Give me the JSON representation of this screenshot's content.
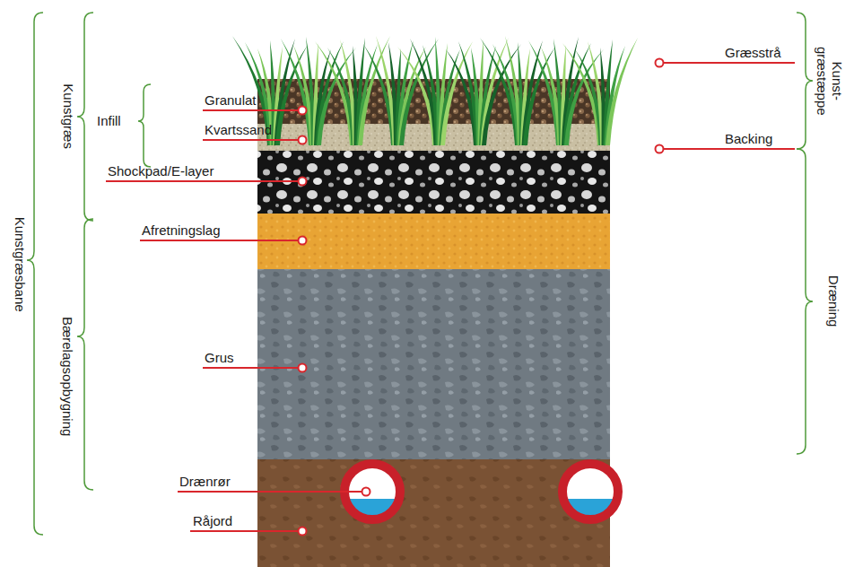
{
  "diagram": {
    "labels": [
      "Kunstgræsbane",
      "Kunstgræs",
      "Bærelagsopbygning",
      "Infill",
      "Granulat",
      "Kvartssand",
      "Shockpad/E-layer",
      "Afretningslag",
      "Grus",
      "Drænrør",
      "Råjord",
      "Græsstrå",
      "Backing",
      "Kunst- græstæppe",
      "Dræning"
    ]
  }
}
